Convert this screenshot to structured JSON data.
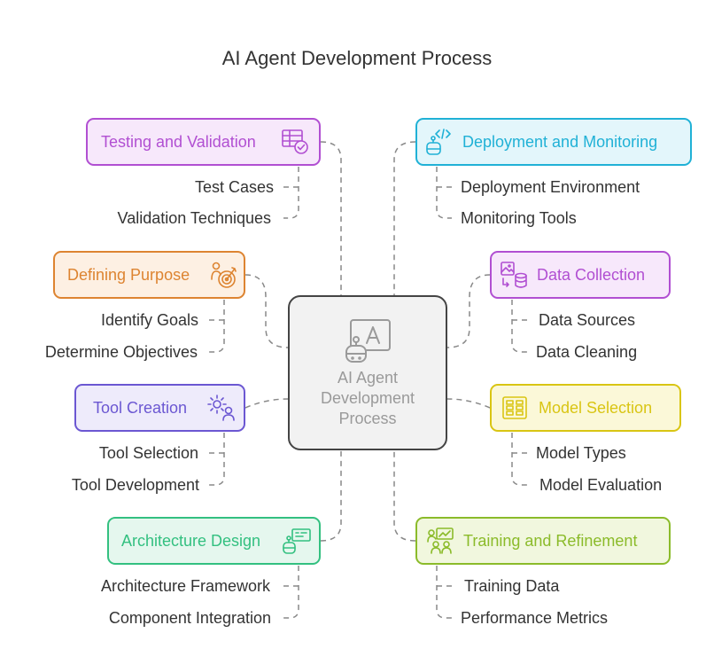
{
  "title": "AI Agent Development Process",
  "center": {
    "label_lines": [
      "AI Agent",
      "Development",
      "Process"
    ],
    "icon": "robot-chat-icon"
  },
  "colors": {
    "purple": "#b14fd2",
    "orange": "#dd8431",
    "indigo": "#6b57d2",
    "green": "#33c080",
    "cyan": "#20b1d6",
    "yellow": "#d9c513",
    "lime": "#8bbb2a",
    "center_border": "#444444",
    "line": "#888888"
  },
  "left_nodes": [
    {
      "label": "Testing and Validation",
      "icon": "table-check-icon",
      "items": [
        "Test Cases",
        "Validation Techniques"
      ]
    },
    {
      "label": "Defining Purpose",
      "icon": "target-person-icon",
      "items": [
        "Identify Goals",
        "Determine Objectives"
      ]
    },
    {
      "label": "Tool Creation",
      "icon": "gear-person-icon",
      "items": [
        "Tool Selection",
        "Tool Development"
      ]
    },
    {
      "label": "Architecture Design",
      "icon": "robot-blueprint-icon",
      "items": [
        "Architecture Framework",
        "Component Integration"
      ]
    }
  ],
  "right_nodes": [
    {
      "label": "Deployment and Monitoring",
      "icon": "robot-code-icon",
      "items": [
        "Deployment Environment",
        "Monitoring Tools"
      ]
    },
    {
      "label": "Data Collection",
      "icon": "image-database-icon",
      "items": [
        "Data Sources",
        "Data Cleaning"
      ]
    },
    {
      "label": "Model Selection",
      "icon": "grid-layout-icon",
      "items": [
        "Model Types",
        "Model Evaluation"
      ]
    },
    {
      "label": "Training and Refinement",
      "icon": "people-chart-icon",
      "items": [
        "Training Data",
        "Performance Metrics"
      ]
    }
  ]
}
